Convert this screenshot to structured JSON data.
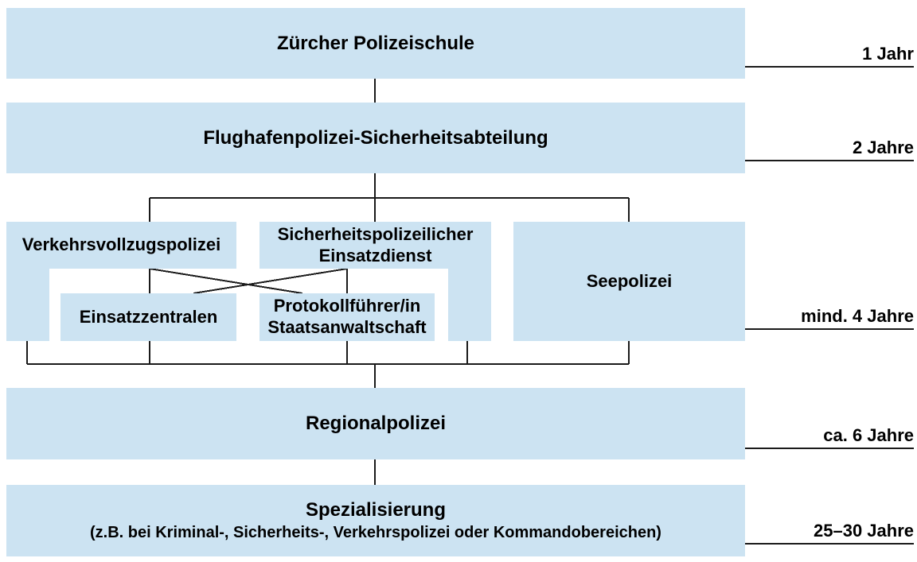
{
  "colors": {
    "box_fill": "#cce3f2",
    "line": "#1a1a1a",
    "text": "#000000",
    "page_bg": "#ffffff"
  },
  "stage1": {
    "label": "Zürcher Polizeischule",
    "duration": "1 Jahr"
  },
  "stage2": {
    "label": "Flughafenpolizei-Sicherheitsabteilung",
    "duration": "2 Jahre"
  },
  "stage3": {
    "duration": "mind. 4 Jahre",
    "verkehrsvollzugspolizei": "Verkehrsvollzugspolizei",
    "sicherheitspolizeilicher_einsatzdienst": "Sicherheitspolizeilicher Einsatzdienst",
    "einsatzzentralen": "Einsatzzentralen",
    "protokollfuehrer": "Protokollführer/in Staatsanwaltschaft",
    "seepolizei": "Seepolizei"
  },
  "stage4": {
    "label": "Regionalpolizei",
    "duration": "ca. 6 Jahre"
  },
  "stage5": {
    "label": "Spezialisierung",
    "sublabel": "(z.B. bei Kriminal-, Sicherheits-, Verkehrspolizei oder Kommandobereichen)",
    "duration": "25–30 Jahre"
  }
}
